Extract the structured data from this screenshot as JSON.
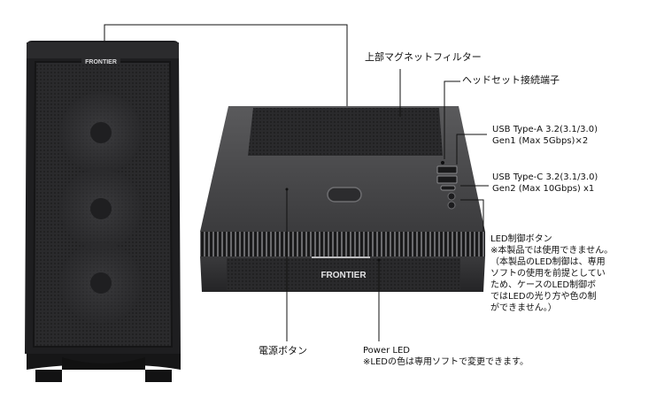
{
  "brand": {
    "logo_text_tower": "FRONTIER",
    "logo_text_top": "FRONTIER"
  },
  "callouts": {
    "magnetic_filter": "上部マグネットフィルター",
    "headset_port": "ヘッドセット接続端子",
    "usb_a": {
      "line1": "USB Type-A 3.2(3.1/3.0)",
      "line2": "Gen1 (Max 5Gbps)×2"
    },
    "usb_c": {
      "line1": "USB Type-C 3.2(3.1/3.0)",
      "line2": "Gen2 (Max 10Gbps) x1"
    },
    "led_button": {
      "title": "LED制御ボタン",
      "lines": [
        "※本製品では使用できません。",
        "（本製品のLED制御は、専用",
        "ソフトの使用を前提としてい",
        "ため、ケースのLED制御ボ",
        "ではLEDの光り方や色の制",
        "ができません。）"
      ]
    },
    "power_button": "電源ボタン",
    "power_led": {
      "title": "Power LED",
      "note": "※LEDの色は専用ソフトで変更できます。"
    }
  },
  "colors": {
    "case_dark": "#1e1e20",
    "case_mid": "#2f2f31",
    "case_top": "#4a4a4c",
    "mesh": "#3a3a3c",
    "leader": "#111111"
  }
}
